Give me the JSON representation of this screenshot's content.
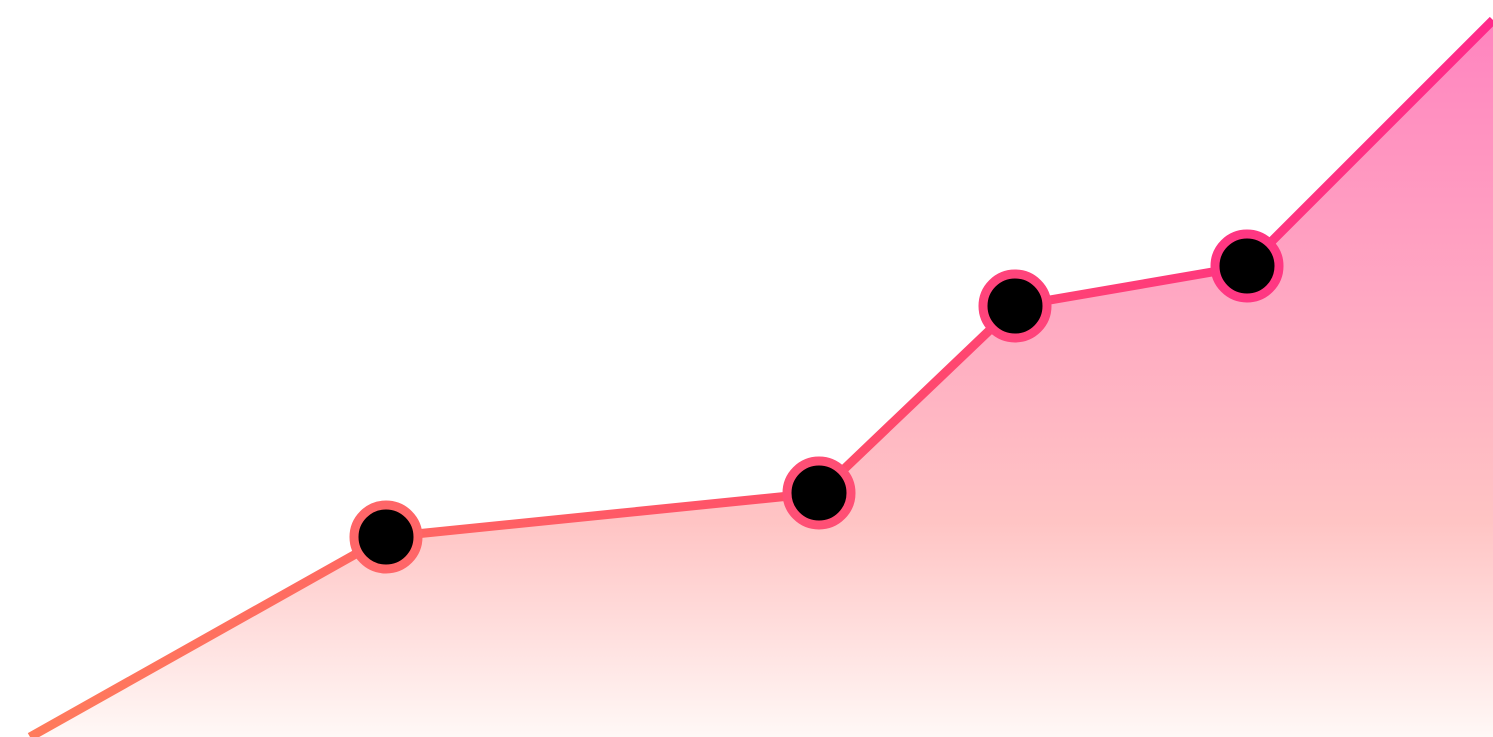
{
  "chart_data": {
    "type": "area",
    "title": "",
    "xlabel": "",
    "ylabel": "",
    "grid": false,
    "legend": "none",
    "x": [
      0,
      356,
      789,
      985,
      1217,
      1463
    ],
    "values": [
      0,
      200,
      244,
      431,
      471,
      717
    ],
    "xlim": [
      -30,
      1463
    ],
    "ylim": [
      0,
      737
    ],
    "markers_on": [
      1,
      2,
      3,
      4
    ],
    "colors": {
      "line_start": "#ff7b5c",
      "line_mid": "#ff4d6a",
      "line_end": "#ff2a8a",
      "area_top": "#ff84bf",
      "area_mid": "#ffc4c4",
      "area_bottom": "#fff8f6",
      "marker_fill": "#000000"
    }
  }
}
